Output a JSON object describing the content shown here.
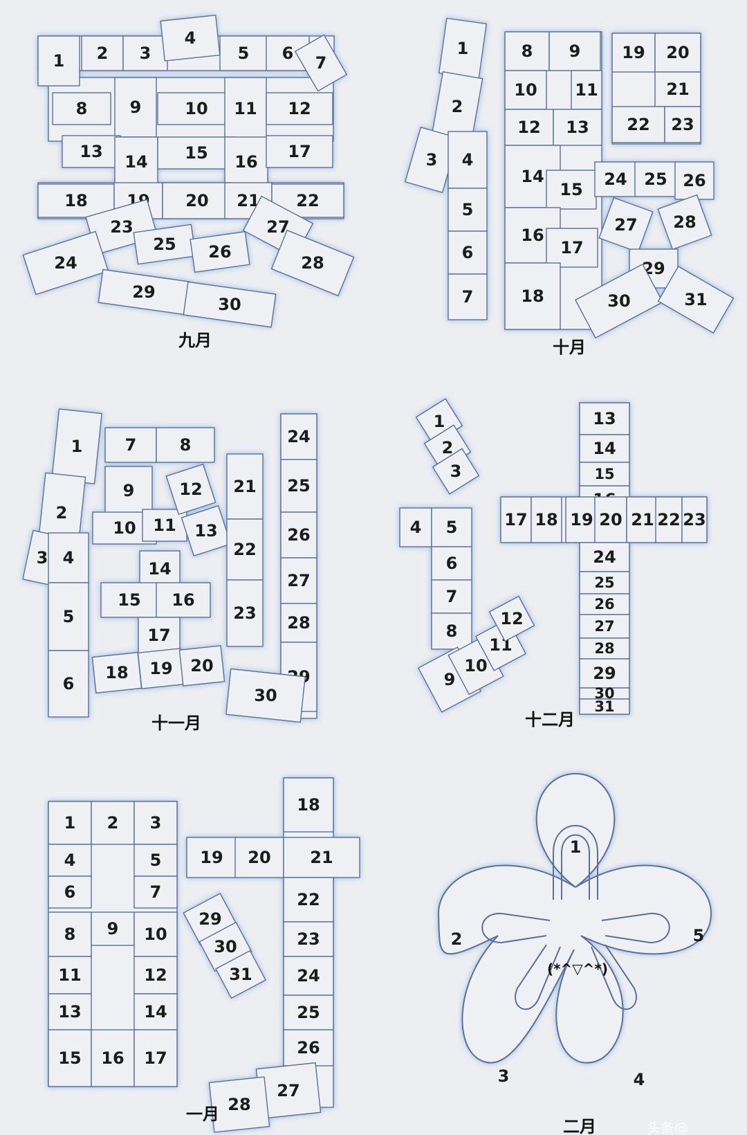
{
  "months": {
    "sep": {
      "label": "九月",
      "count": 30
    },
    "oct": {
      "label": "十月",
      "count": 31
    },
    "nov": {
      "label": "十一月",
      "count": 30
    },
    "dec": {
      "label": "十二月",
      "count": 31
    },
    "jan": {
      "label": "一月",
      "count": 31
    },
    "feb": {
      "label": "二月",
      "count": 5
    }
  },
  "feb_face": "(*^▽^*)",
  "watermark": "头条@",
  "colors": {
    "cell_fill": "#eef0f3",
    "cell_stroke": "#5a6f94",
    "glow": "#8fb2e8",
    "background": "#eceef1"
  }
}
